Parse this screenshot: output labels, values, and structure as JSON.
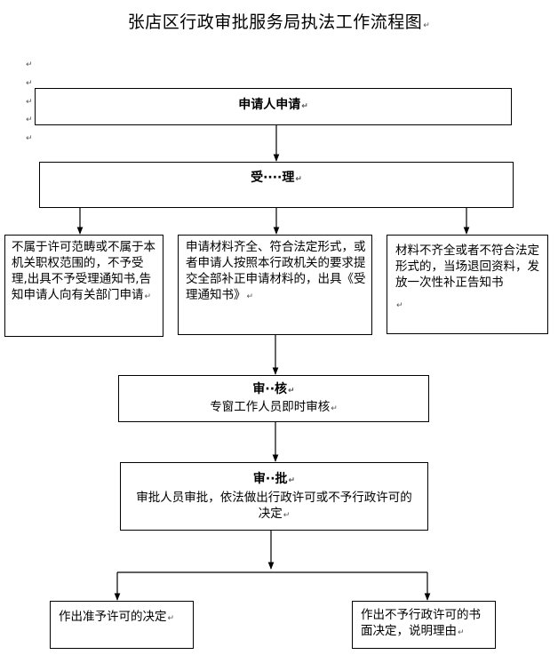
{
  "title": "张店区行政审批服务局执法工作流程图",
  "para_mark": "↵",
  "apply": {
    "label": "申请人申请"
  },
  "accept": {
    "label": "受····理"
  },
  "branch_left": {
    "text": "不属于许可范畴或不属于本机关职权范围的，不予受理,出具不予受理通知书,告知申请人向有关部门申请"
  },
  "branch_mid": {
    "text": "申请材料齐全、符合法定形式，或者申请人按照本行政机关的要求提交全部补正申请材料的，出具《受理通知书》"
  },
  "branch_right": {
    "text": "材料不齐全或者不符合法定形式的，当场退回资料，发放一次性补正告知书"
  },
  "review": {
    "label": "审··核",
    "text": "专窗工作人员即时审核"
  },
  "approve": {
    "label": "审··批",
    "text": "审批人员审批，依法做出行政许可或不予行政许可的决定"
  },
  "result_grant": {
    "text": "作出准予许可的决定"
  },
  "result_deny": {
    "text": "作出不予行政许可的书面决定，说明理由"
  }
}
